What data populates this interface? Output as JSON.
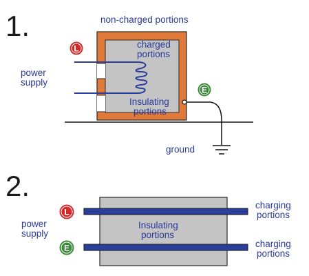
{
  "diagram1": {
    "number": "1.",
    "non_charged_label": "non-charged portions",
    "charged_label": [
      "charged",
      "portions"
    ],
    "power_supply_label": [
      "power",
      "supply"
    ],
    "insulating_label": [
      "Insulating",
      "portions"
    ],
    "ground_label": "ground",
    "badge_l": "L",
    "badge_e": "E"
  },
  "diagram2": {
    "number": "2.",
    "power_supply_label": [
      "power",
      "supply"
    ],
    "insulating_label": [
      "Insulating",
      "portions"
    ],
    "charging_label_top": [
      "charging",
      "portions"
    ],
    "charging_label_bottom": [
      "charging",
      "portions"
    ],
    "badge_l": "L",
    "badge_e": "E"
  },
  "colors": {
    "orange_frame": "#e07a3a",
    "grey_body": "#c4c4c4",
    "conductor_blue": "#2b3e9a",
    "label_blue": "#2a3a9a",
    "badge_red": "#d42a2a",
    "badge_green": "#3a8a3a"
  }
}
